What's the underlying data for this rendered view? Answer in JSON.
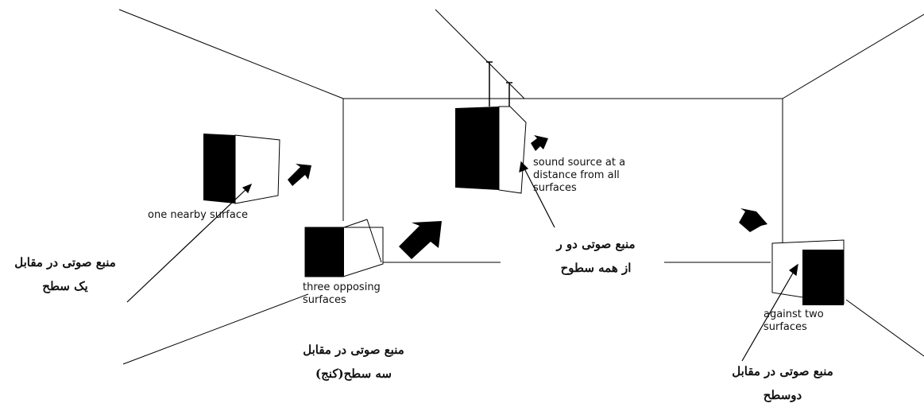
{
  "labels": {
    "one_surface_en": "one nearby surface",
    "distance_en": [
      "sound source at a",
      "distance from all",
      "surfaces"
    ],
    "three_surfaces_en": [
      "three opposing",
      "surfaces"
    ],
    "two_surfaces_en": [
      "against two",
      "surfaces"
    ],
    "one_surface_fa": [
      "منبع صوتی در مقابل",
      "یک سطح"
    ],
    "distance_fa": [
      "منبع صوتی دو ر",
      "از همه سطوح"
    ],
    "three_surfaces_fa": [
      "منبع صوتی در مقابل",
      "سه سطح(کنج)"
    ],
    "two_surfaces_fa": [
      "منبع صوتی در مقابل",
      "دوسطح"
    ]
  }
}
